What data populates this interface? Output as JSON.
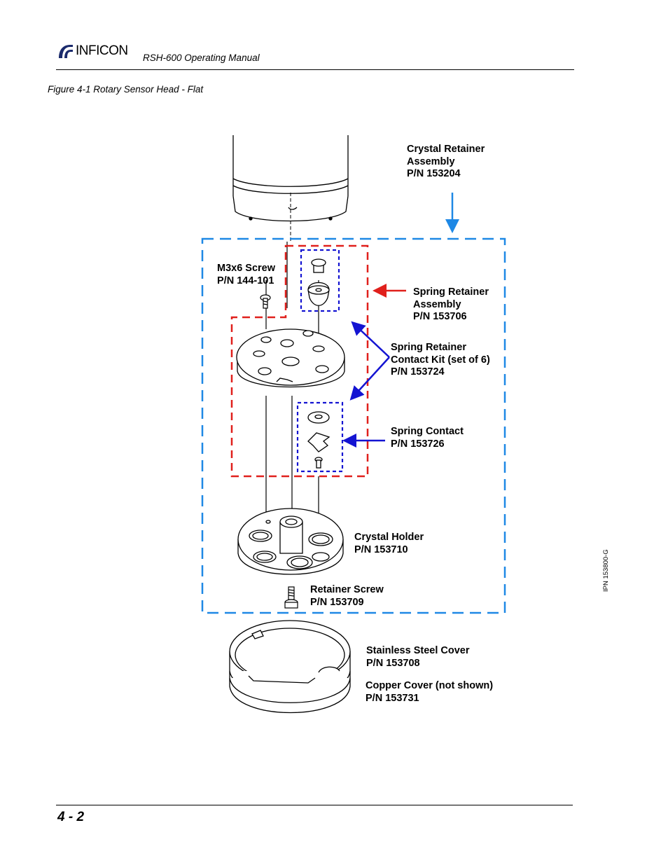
{
  "header": {
    "logo_text": "INFICON",
    "manual_title": "RSH-600 Operating Manual"
  },
  "figure": {
    "caption": "Figure 4-1  Rotary Sensor Head - Flat"
  },
  "labels": {
    "crystal_retainer": [
      "Crystal Retainer",
      "Assembly",
      "P/N 153204"
    ],
    "m3x6_screw": [
      "M3x6 Screw",
      "P/N 144-101"
    ],
    "spring_retainer": [
      "Spring Retainer",
      "Assembly",
      "P/N 153706"
    ],
    "contact_kit": [
      "Spring Retainer",
      "Contact Kit (set of 6)",
      "P/N 153724"
    ],
    "spring_contact": [
      "Spring Contact",
      "P/N 153726"
    ],
    "crystal_holder": [
      "Crystal Holder",
      "P/N 153710"
    ],
    "retainer_screw": [
      "Retainer Screw",
      "P/N 153709"
    ],
    "steel_cover": [
      "Stainless Steel Cover",
      "P/N 153708"
    ],
    "copper_cover": [
      "Copper Cover (not shown)",
      "P/N 153731"
    ]
  },
  "colors": {
    "blue_dashed": "#1e88e5",
    "red_dashed": "#e0201c",
    "navy_dotted": "#1414d2",
    "red_arrow": "#e0201c",
    "navy_arrow": "#1414d2"
  },
  "footer": {
    "page_number": "4 - 2",
    "ipn": "IPN 153800-G"
  }
}
